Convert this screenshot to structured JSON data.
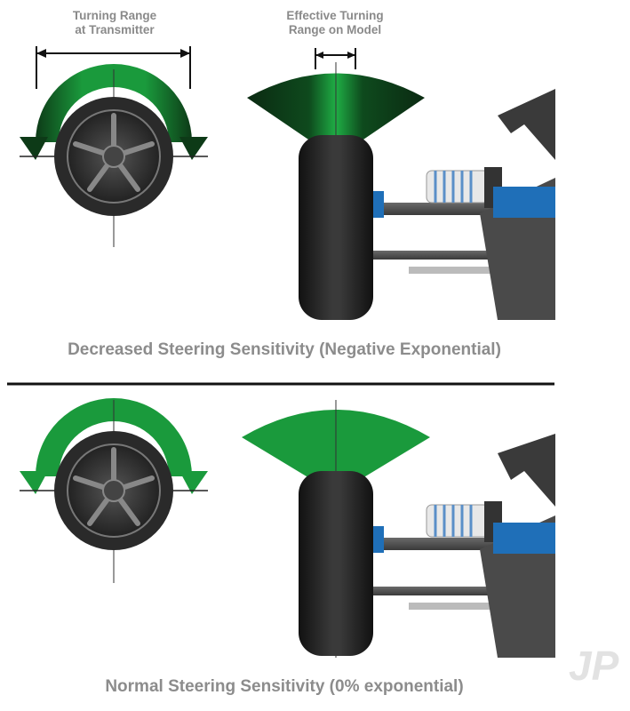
{
  "labels": {
    "transmitter_line1": "Turning Range",
    "transmitter_line2": "at Transmitter",
    "model_line1": "Effective Turning",
    "model_line2": "Range on Model"
  },
  "captions": {
    "top": "Decreased Steering Sensitivity (Negative Exponential)",
    "bottom": "Normal Steering Sensitivity (0% exponential)"
  },
  "watermark": "JP",
  "colors": {
    "green": "#1a9a3c",
    "dark_green": "#0d3a17",
    "blue": "#1f6fb8",
    "tire": "#2a2a2a"
  }
}
